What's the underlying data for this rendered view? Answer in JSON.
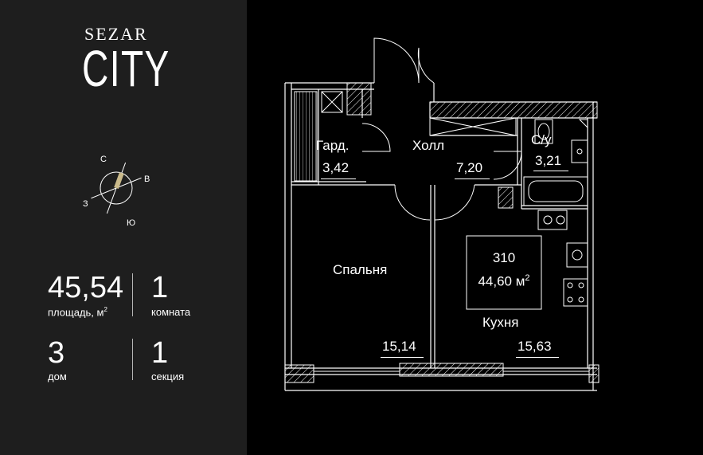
{
  "brand": {
    "name_top": "SEZAR",
    "name_bottom": "CITY"
  },
  "compass": {
    "north": "С",
    "east": "В",
    "south": "Ю",
    "west": "З"
  },
  "stats": {
    "area": {
      "value": "45,54",
      "label": "площадь, м",
      "unit_superscript": "2"
    },
    "rooms": {
      "value": "1",
      "label": "комната"
    },
    "house": {
      "value": "3",
      "label": "дом"
    },
    "section": {
      "value": "1",
      "label": "секция"
    }
  },
  "plan": {
    "rooms": {
      "wardrobe": {
        "name": "Гард.",
        "area": "3,42"
      },
      "hall": {
        "name": "Холл",
        "area": "7,20"
      },
      "bathroom": {
        "name": "С/у",
        "area": "3,21"
      },
      "bedroom": {
        "name": "Спальня",
        "area": "15,14"
      },
      "kitchen": {
        "name": "Кухня",
        "area": "15,63"
      }
    },
    "apartment": {
      "number": "310",
      "total_area": "44,60 м",
      "unit_superscript": "2"
    }
  }
}
